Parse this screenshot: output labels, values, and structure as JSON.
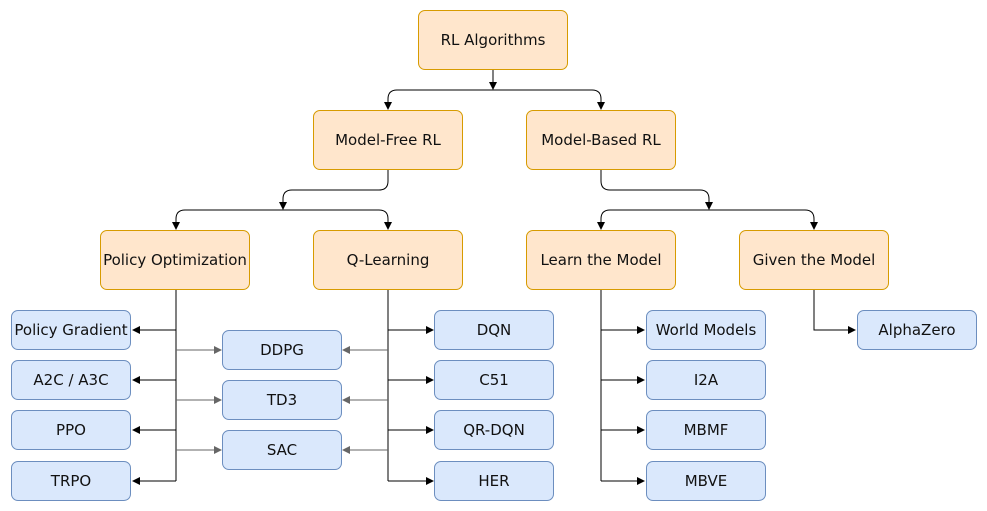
{
  "nodes": {
    "root": "RL Algorithms",
    "model_free": "Model-Free RL",
    "model_based": "Model-Based RL",
    "policy_opt": "Policy Optimization",
    "q_learning": "Q-Learning",
    "learn_model": "Learn the Model",
    "given_model": "Given the Model",
    "policy_gradient": "Policy Gradient",
    "a2c": "A2C / A3C",
    "ppo": "PPO",
    "trpo": "TRPO",
    "ddpg": "DDPG",
    "td3": "TD3",
    "sac": "SAC",
    "dqn": "DQN",
    "c51": "C51",
    "qrdqn": "QR-DQN",
    "her": "HER",
    "world_models": "World Models",
    "i2a": "I2A",
    "mbmf": "MBMF",
    "mbve": "MBVE",
    "alphazero": "AlphaZero"
  },
  "colors": {
    "category": "#ffe6cc",
    "category_border": "#d79b00",
    "algorithm": "#dae8fc",
    "algorithm_border": "#6c8ebf"
  }
}
